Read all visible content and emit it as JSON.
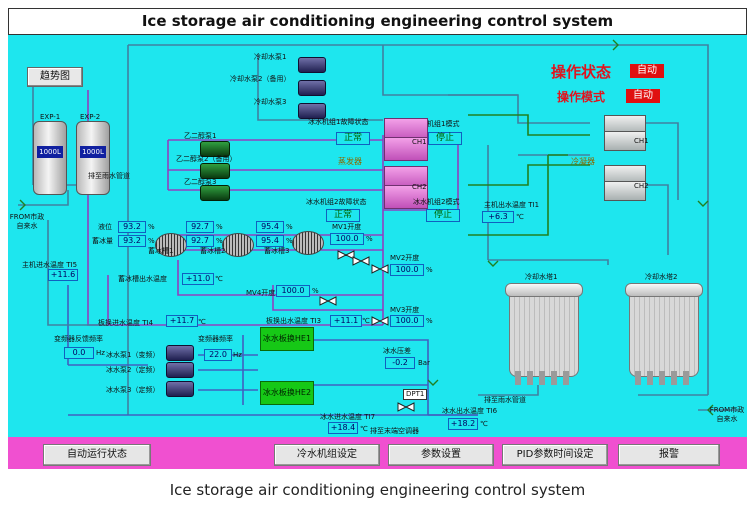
{
  "title": "Ice storage air conditioning engineering control system",
  "caption": "Ice storage air conditioning engineering control system",
  "trend_button": "趋势图",
  "op_status": {
    "label": "操作状态",
    "value": "自动"
  },
  "op_mode": {
    "label": "操作模式",
    "value": "自动"
  },
  "tanks": [
    {
      "name": "EXP-1",
      "volume": "1000L"
    },
    {
      "name": "EXP-2",
      "volume": "1000L"
    }
  ],
  "cooling_pumps": [
    "冷却水泵1",
    "冷却水泵2（备用）",
    "冷却水泵3"
  ],
  "glycol_pumps": [
    "乙二醇泵1",
    "乙二醇泵2（备用）",
    "乙二醇泵3"
  ],
  "chiller1": {
    "fault_label": "冰水机组1故障状态",
    "fault_value": "正常",
    "mode_label": "冰水机组1模式",
    "mode_value": "停止",
    "tag": "CH1"
  },
  "chiller2": {
    "fault_label": "冰水机组2故障状态",
    "fault_value": "正常",
    "mode_label": "冰水机组2模式",
    "mode_value": "停止",
    "tag": "CH2"
  },
  "evaporator": "蒸发器",
  "condenser": "冷凝器",
  "ch_units": [
    "CH1",
    "CH2"
  ],
  "drain_rain": "排至雨水管道",
  "drain_rain2": "排至雨水管道",
  "from_municipal": "FROM市政自来水",
  "from_municipal2": "FROM市政自来水",
  "main_out_temp": {
    "label": "主机出水温度 TI1",
    "value": "+6.3",
    "unit": "℃"
  },
  "main_in_temp": {
    "label": "主机进水温度 TI5",
    "value": "+11.6"
  },
  "level_label": "液位",
  "ice_label": "蓄冰量",
  "ice_tanks": [
    {
      "level": "93.2",
      "ice": "93.2",
      "name": "蓄冰槽1"
    },
    {
      "level": "92.7",
      "ice": "92.7",
      "name": "蓄冰槽2"
    },
    {
      "level": "95.4",
      "ice": "95.4",
      "name": "蓄冰槽3"
    }
  ],
  "pct": "%",
  "ice_out_temp": {
    "label": "蓄冰槽出水温度",
    "value": "+11.0",
    "unit": "℃"
  },
  "mv1": {
    "label": "MV1开度",
    "value": "100.0",
    "unit": "%"
  },
  "mv2": {
    "label": "MV2开度",
    "value": "100.0",
    "unit": "%"
  },
  "mv3": {
    "label": "MV3开度",
    "value": "100.0",
    "unit": "%"
  },
  "mv4": {
    "label": "MV4开度",
    "value": "100.0",
    "unit": "%"
  },
  "hx_in_temp": {
    "label": "板换进水温度 TI4",
    "value": "+11.7",
    "unit": "℃"
  },
  "hx_out_temp": {
    "label": "板换出水温度 TI3",
    "value": "+11.1",
    "unit": "℃"
  },
  "vfd_feedback": {
    "label": "变频器反馈频率",
    "value": "0.0",
    "unit": "Hz"
  },
  "vfd_freq": {
    "label": "变频器频率",
    "value": "22.0",
    "unit": "Hz"
  },
  "chw_pumps": [
    "冰水泵1（变频）",
    "冰水泵2（定频）",
    "冰水泵3（定频）"
  ],
  "hx1": "冰水板换HE1",
  "hx2": "冰水板换HE2",
  "chw_pressure": {
    "label": "冰水压差",
    "value": "-0.2",
    "unit": "Bar"
  },
  "dpt": "DPT1",
  "chw_in_temp": {
    "label": "冰水进水温度 TI7",
    "value": "+18.4",
    "unit": "℃"
  },
  "chw_out_temp": {
    "label": "冰水出水温度 TI6",
    "value": "+18.2",
    "unit": "℃"
  },
  "drain_ac": "排至末端空调器",
  "towers": [
    "冷却水塔1",
    "冷却水塔2"
  ],
  "nav": [
    "自动运行状态",
    "冷水机组设定",
    "参数设置",
    "PID参数时间设定",
    "报警"
  ],
  "colors": {
    "screen": "#1ee6ee",
    "nav": "#f050d0",
    "alarm_red": "#e01010",
    "pipe_purple": "#9040c0",
    "pipe_green": "#208020"
  }
}
